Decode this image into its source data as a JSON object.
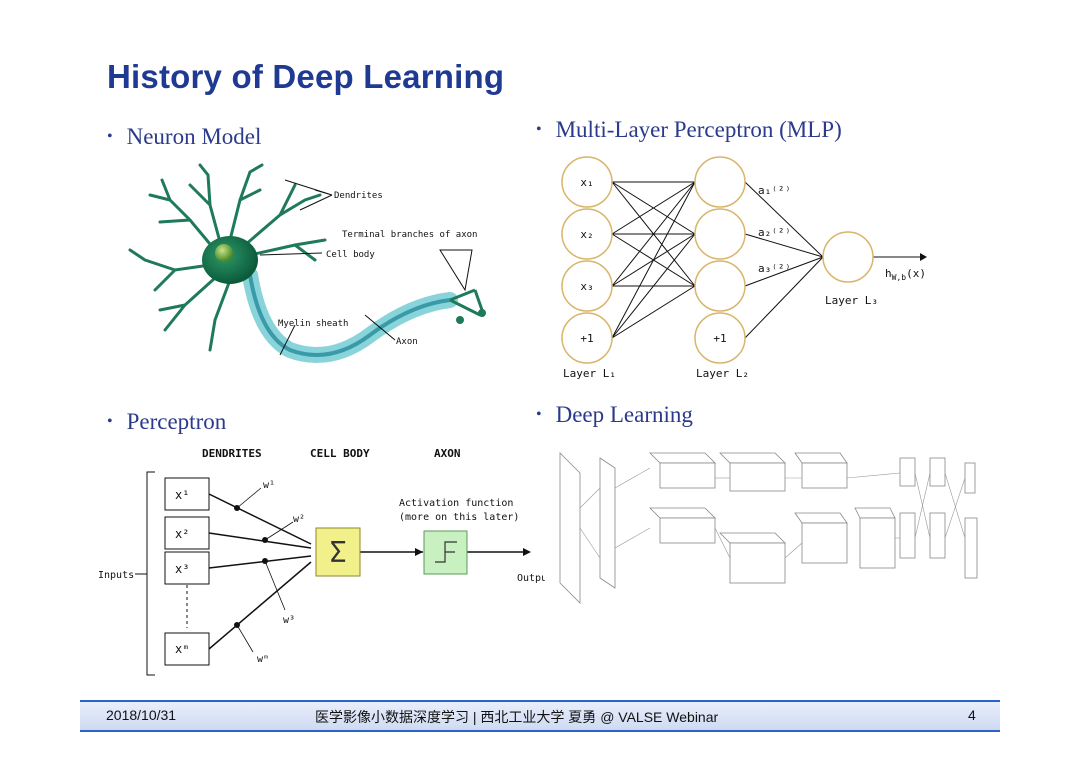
{
  "title": "History of Deep Learning",
  "bullets": {
    "neuron": "Neuron Model",
    "mlp": "Multi-Layer Perceptron (MLP)",
    "perceptron": "Perceptron",
    "deep": "Deep Learning"
  },
  "neuron_labels": {
    "dendrites": "Dendrites",
    "terminal": "Terminal branches of axon",
    "cell_body": "Cell body",
    "myelin": "Myelin sheath",
    "axon": "Axon"
  },
  "mlp": {
    "inputs": [
      "x₁",
      "x₂",
      "x₃",
      "+1"
    ],
    "hidden_bias": "+1",
    "activations": [
      "a₁⁽²⁾",
      "a₂⁽²⁾",
      "a₃⁽²⁾"
    ],
    "output_label": "h",
    "output_sub": "W,b",
    "output_tail": "(x)",
    "layer1": "Layer L₁",
    "layer2": "Layer L₂",
    "layer3": "Layer L₃"
  },
  "perceptron": {
    "dendrites": "DENDRITES",
    "cell_body": "CELL BODY",
    "axon": "AXON",
    "activation1": "Activation function",
    "activation2": "(more on this later)",
    "inputs": "Inputs",
    "output": "Outpu",
    "x": [
      "x¹",
      "x²",
      "x³",
      "xᵐ"
    ],
    "w": [
      "w¹",
      "w²",
      "w³",
      "wᵐ"
    ],
    "sum": "Σ"
  },
  "footer": {
    "date": "2018/10/31",
    "center": "医学影像小数据深度学习 | 西北工业大学 夏勇 @ VALSE Webinar",
    "page": "4"
  }
}
